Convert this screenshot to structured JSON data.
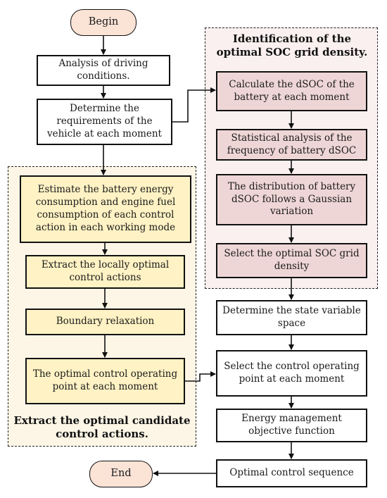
{
  "regions": {
    "left_title": "Extract the optimal candidate control actions.",
    "right_title": "Identification of the optimal SOC grid density."
  },
  "nodes": {
    "begin": "Begin",
    "analysis": "Analysis of driving conditions.",
    "requirements": "Determine the requirements of the vehicle at each moment",
    "estimate": "Estimate the battery energy consumption and engine fuel consumption of each control action in each working mode",
    "extract_local": "Extract the locally optimal control actions",
    "boundary": "Boundary relaxation",
    "operating_point": "The optimal control operating point at each moment",
    "calc_dsoc": "Calculate the dSOC of the battery at each moment",
    "stat_analysis": "Statistical analysis of the frequency of battery dSOC",
    "distribution": "The distribution of battery dSOC follows a Gaussian variation",
    "select_grid": "Select the optimal SOC grid density",
    "state_space": "Determine the state variable space",
    "select_point": "Select the control operating point at each moment",
    "objective": "Energy management objective function",
    "sequence": "Optimal control sequence",
    "end": "End"
  }
}
